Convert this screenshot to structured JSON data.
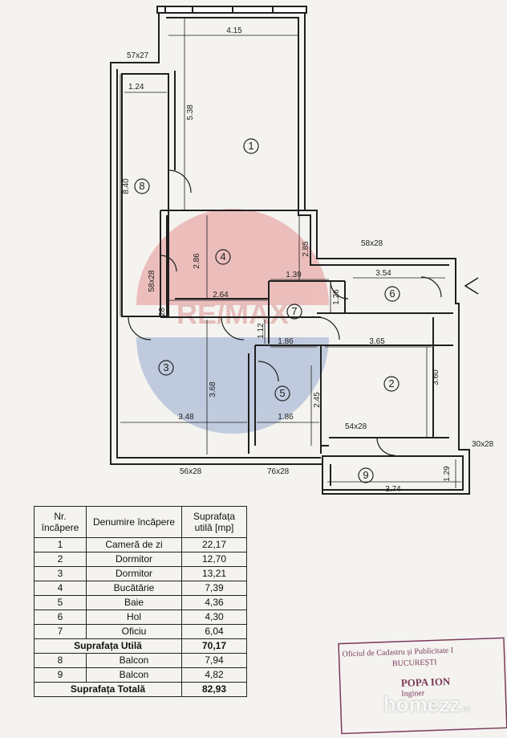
{
  "plan": {
    "rooms": [
      {
        "id": "1",
        "label": "1"
      },
      {
        "id": "2",
        "label": "2"
      },
      {
        "id": "3",
        "label": "3"
      },
      {
        "id": "4",
        "label": "4"
      },
      {
        "id": "5",
        "label": "5"
      },
      {
        "id": "6",
        "label": "6"
      },
      {
        "id": "7",
        "label": "7"
      },
      {
        "id": "8",
        "label": "8"
      },
      {
        "id": "9",
        "label": "9"
      }
    ],
    "dimensions": {
      "d415": "4.15",
      "d538": "5.38",
      "d124": "1.24",
      "d840": "8.40",
      "d5727": "57x27",
      "d286": "2.86",
      "d285": "2.85",
      "d264": "2.64",
      "d139": "1.39",
      "d126": "1.26",
      "d354": "3.54",
      "d5828a": "58x28",
      "d5828b": "58x28",
      "d112": "1.12",
      "d186a": "1.86",
      "d365": "3.65",
      "d360": "3.60",
      "d368": "3.68",
      "d245": "2.45",
      "d348": "3.48",
      "d186b": "1.86",
      "d5428": "54x28",
      "d3028": "30x28",
      "d129": "1.29",
      "d374": "3.74",
      "d5628": "56x28",
      "d7628": "76x28",
      "d28": "28"
    }
  },
  "legend": {
    "headers": {
      "nr": "Nr. încăpere",
      "name": "Denumire încăpere",
      "area": "Suprafața utilă [mp]"
    },
    "rows": [
      {
        "nr": "1",
        "name": "Cameră de zi",
        "area": "22,17"
      },
      {
        "nr": "2",
        "name": "Dormitor",
        "area": "12,70"
      },
      {
        "nr": "3",
        "name": "Dormitor",
        "area": "13,21"
      },
      {
        "nr": "4",
        "name": "Bucătărie",
        "area": "7,39"
      },
      {
        "nr": "5",
        "name": "Baie",
        "area": "4,36"
      },
      {
        "nr": "6",
        "name": "Hol",
        "area": "4,30"
      },
      {
        "nr": "7",
        "name": "Oficiu",
        "area": "6,04"
      }
    ],
    "useful_total": {
      "label": "Suprafața Utilă",
      "area": "70,17"
    },
    "balconies": [
      {
        "nr": "8",
        "name": "Balcon",
        "area": "7,94"
      },
      {
        "nr": "9",
        "name": "Balcon",
        "area": "4,82"
      }
    ],
    "grand_total": {
      "label": "Suprafața Totală",
      "area": "82,93"
    }
  },
  "stamp": {
    "line1": "Oficiul de Cadastru și Publicitate I",
    "line2": "BUCUREȘTI",
    "line3": "POPA ION",
    "line4": "Inginer"
  },
  "watermark": {
    "text": "homezz",
    "suffix": ".ro"
  },
  "colors": {
    "wall": "#1f1f1f",
    "paper": "#f4f3f0",
    "remax_red": "#d63a3a",
    "remax_blue": "#3a63b0"
  }
}
